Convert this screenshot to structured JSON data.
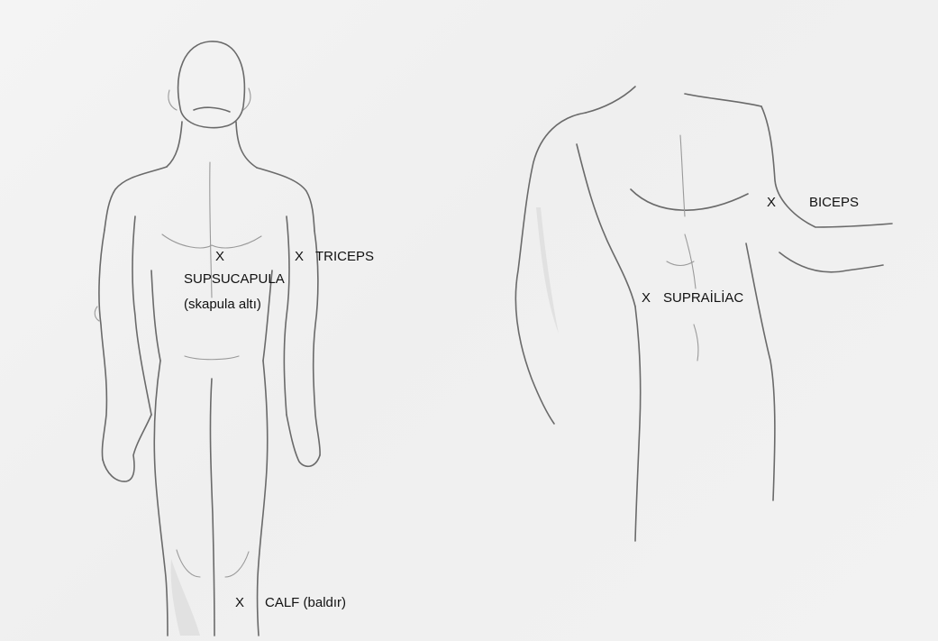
{
  "labels": {
    "subscapula_mark": "X",
    "subscapula_line1": "SUPSUCAPULA",
    "subscapula_line2": "(skapula altı)",
    "triceps_mark": "X",
    "triceps": "TRICEPS",
    "calf_mark": "X",
    "calf": "CALF (baldır)",
    "biceps_mark": "X",
    "biceps": "BICEPS",
    "suprailiac_mark": "X",
    "suprailiac": "SUPRAİLİAC"
  },
  "colors": {
    "pencil": "#6a6a6a",
    "paper": "#f2f2f2",
    "text": "#111111"
  }
}
